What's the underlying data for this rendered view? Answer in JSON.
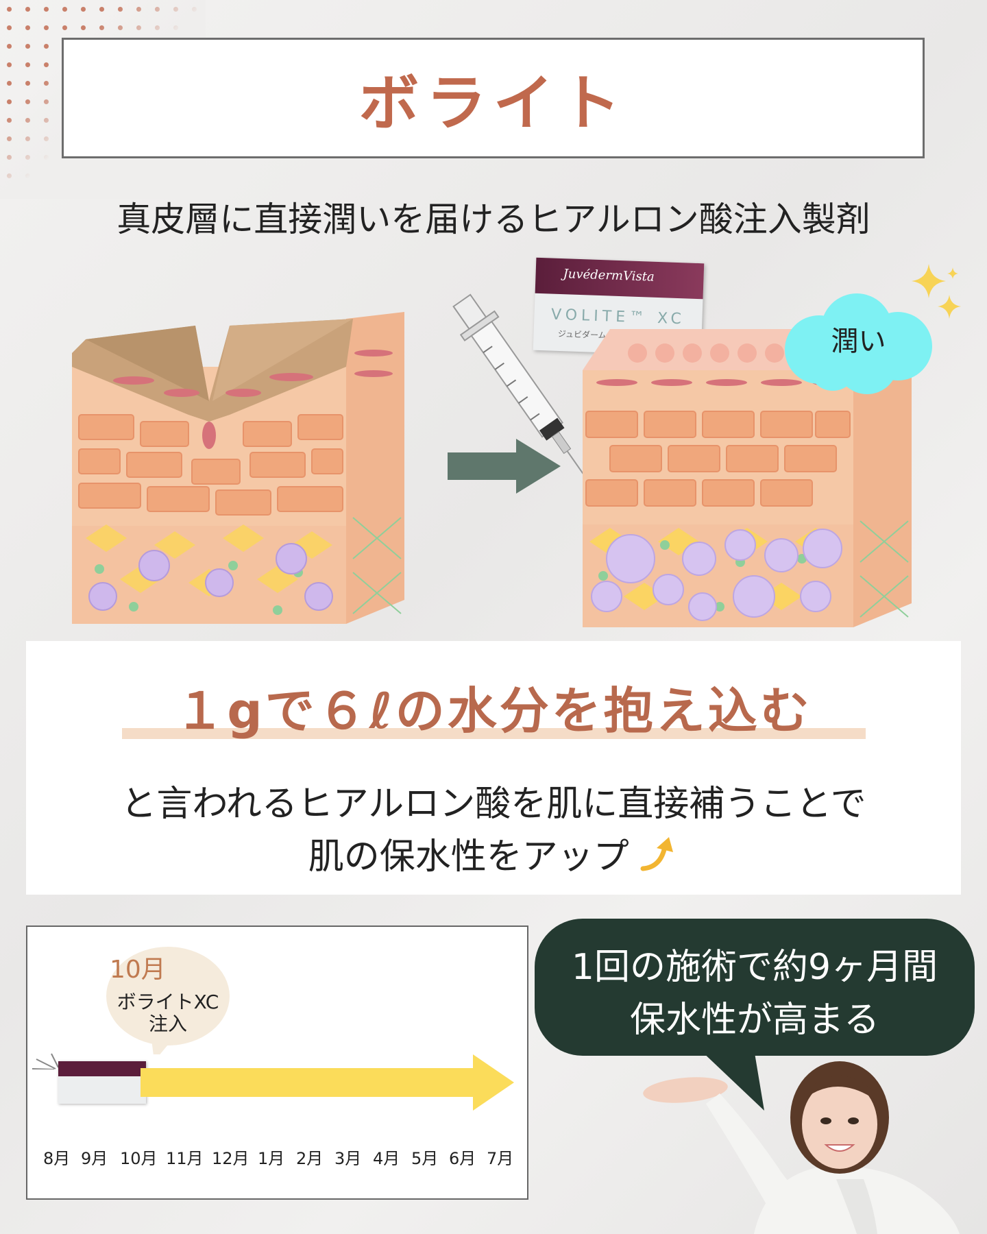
{
  "title": "ボライト",
  "subtitle": "真皮層に直接潤いを届けるヒアルロン酸注入製剤",
  "product": {
    "brand": "JuvédermVista",
    "name": "VOLITE™ XC",
    "name_jp": "ジュビダームビスタ ボライトXC"
  },
  "bubble_label": "潤い",
  "headline": "１gで６ℓの水分を抱え込む",
  "description": {
    "line1": "と言われるヒアルロン酸を肌に直接補うことで",
    "line2": "肌の保水性をアップ"
  },
  "timeline": {
    "callout_month": "10月",
    "callout_line1": "ボライトXC",
    "callout_line2": "注入",
    "months": [
      "8月",
      "9月",
      "10月",
      "11月",
      "12月",
      "1月",
      "2月",
      "3月",
      "4月",
      "5月",
      "6月",
      "7月"
    ]
  },
  "speech": {
    "line1": "1回の施術で約9ヶ月間",
    "line2": "保水性が高まる"
  },
  "colors": {
    "accent": "#c0694d",
    "speech_bg": "#243a31",
    "arrow": "#5f776c",
    "timeline_arrow": "#fbdc5a",
    "bubble": "#7ef1f3"
  }
}
